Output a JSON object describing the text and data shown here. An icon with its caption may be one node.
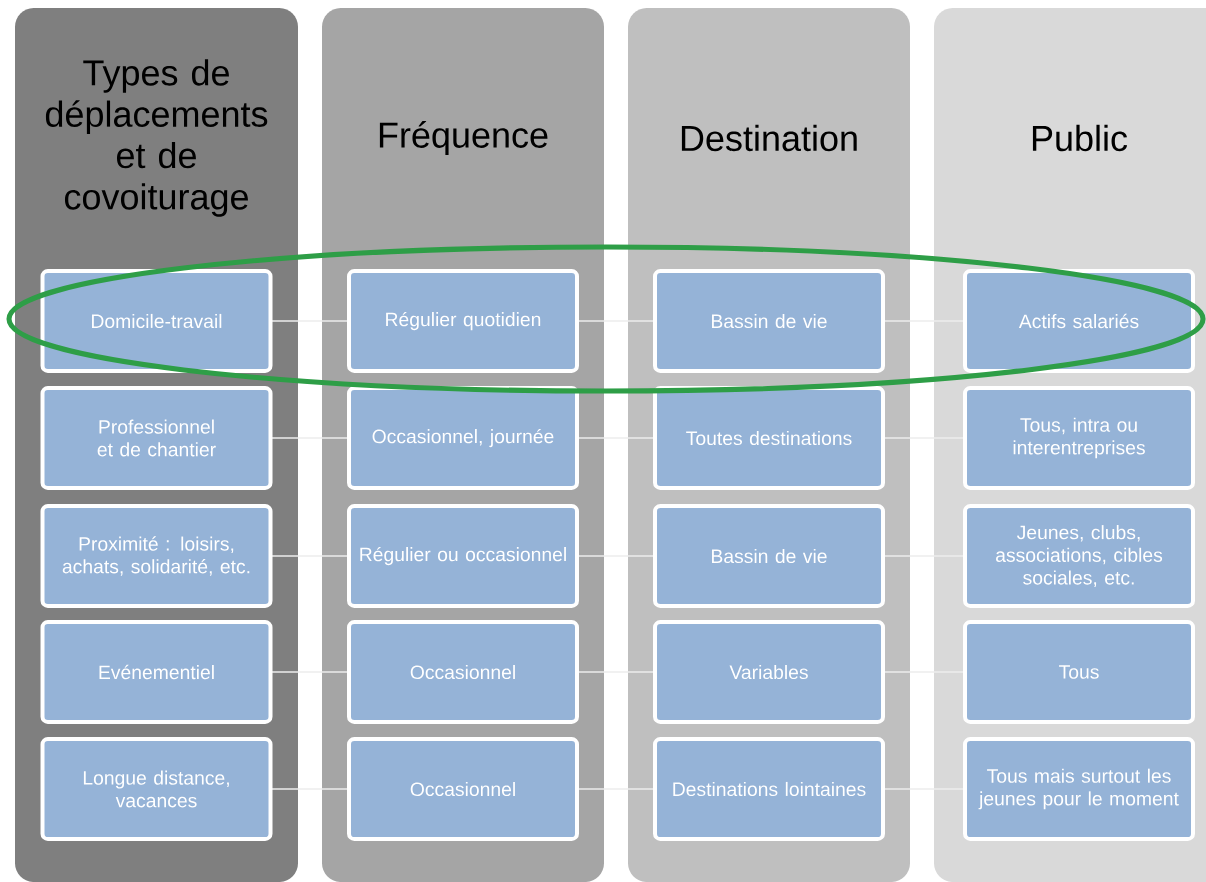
{
  "diagram": {
    "nodes": [
      {
        "text": [
          "Types de déplacements et de covoiturage"
        ]
      },
      {
        "text": [
          "Domicile-travail"
        ],
        "in": 0
      },
      {
        "text": [
          "Professionnel et de chantier"
        ],
        "in": 0
      },
      {
        "text": [
          "Proximité : loisirs, achats, solidarité, etc."
        ],
        "in": 0
      },
      {
        "text": [
          "Evénementiel"
        ],
        "in": 0
      },
      {
        "text": [
          "Longue distance, vacances"
        ],
        "in": 0
      },
      {
        "text": [
          "Fréquence"
        ]
      },
      {
        "text": [
          "Régulier quotidien"
        ],
        "in": 6
      },
      {
        "text": [
          "Occasionnel, journée"
        ],
        "in": 6
      },
      {
        "text": [
          "Régulier ou occasionnel"
        ],
        "in": 6
      },
      {
        "text": [
          "Occasionnel"
        ],
        "in": 6
      },
      {
        "text": [
          "Occasionnel"
        ],
        "in": 6
      },
      {
        "text": [
          "Destination"
        ]
      },
      {
        "text": [
          "Bassin de vie"
        ],
        "in": 12
      },
      {
        "text": [
          "Toutes destinations"
        ],
        "in": 12
      },
      {
        "text": [
          "Bassin de vie"
        ],
        "in": 12
      },
      {
        "text": [
          "Variables"
        ],
        "in": 12
      },
      {
        "text": [
          "Destinations lointaines"
        ],
        "in": 12
      },
      {
        "text": [
          "Public"
        ]
      },
      {
        "text": [
          "Actifs salariés"
        ],
        "in": 18
      },
      {
        "text": [
          "Tous, intra ou interentreprises"
        ],
        "in": 18
      },
      {
        "text": [
          "Jeunes, clubs, associations, cibles sociales, etc."
        ],
        "in": 18
      },
      {
        "text": [
          "Tous"
        ],
        "in": 18
      },
      {
        "text": [
          "Tous mais surtout les jeunes pour le moment"
        ],
        "in": 18
      }
    ],
    "edges": [
      {
        "from": 1,
        "to": 7,
        "arrow": "none"
      },
      {
        "from": 7,
        "to": 13,
        "arrow": "none"
      },
      {
        "from": 13,
        "to": 19,
        "arrow": "none"
      },
      {
        "from": 2,
        "to": 8,
        "arrow": "none"
      },
      {
        "from": 8,
        "to": 14,
        "arrow": "none"
      },
      {
        "from": 14,
        "to": 20,
        "arrow": "none"
      },
      {
        "from": 3,
        "to": 9,
        "arrow": "none"
      },
      {
        "from": 9,
        "to": 15,
        "arrow": "none"
      },
      {
        "from": 15,
        "to": 21,
        "arrow": "none"
      },
      {
        "from": 4,
        "to": 10,
        "arrow": "none"
      },
      {
        "from": 10,
        "to": 16,
        "arrow": "none"
      },
      {
        "from": 16,
        "to": 22,
        "arrow": "none"
      },
      {
        "from": 5,
        "to": 11,
        "arrow": "none"
      },
      {
        "from": 11,
        "to": 17,
        "arrow": "none"
      },
      {
        "from": 17,
        "to": 23,
        "arrow": "none"
      }
    ]
  }
}
